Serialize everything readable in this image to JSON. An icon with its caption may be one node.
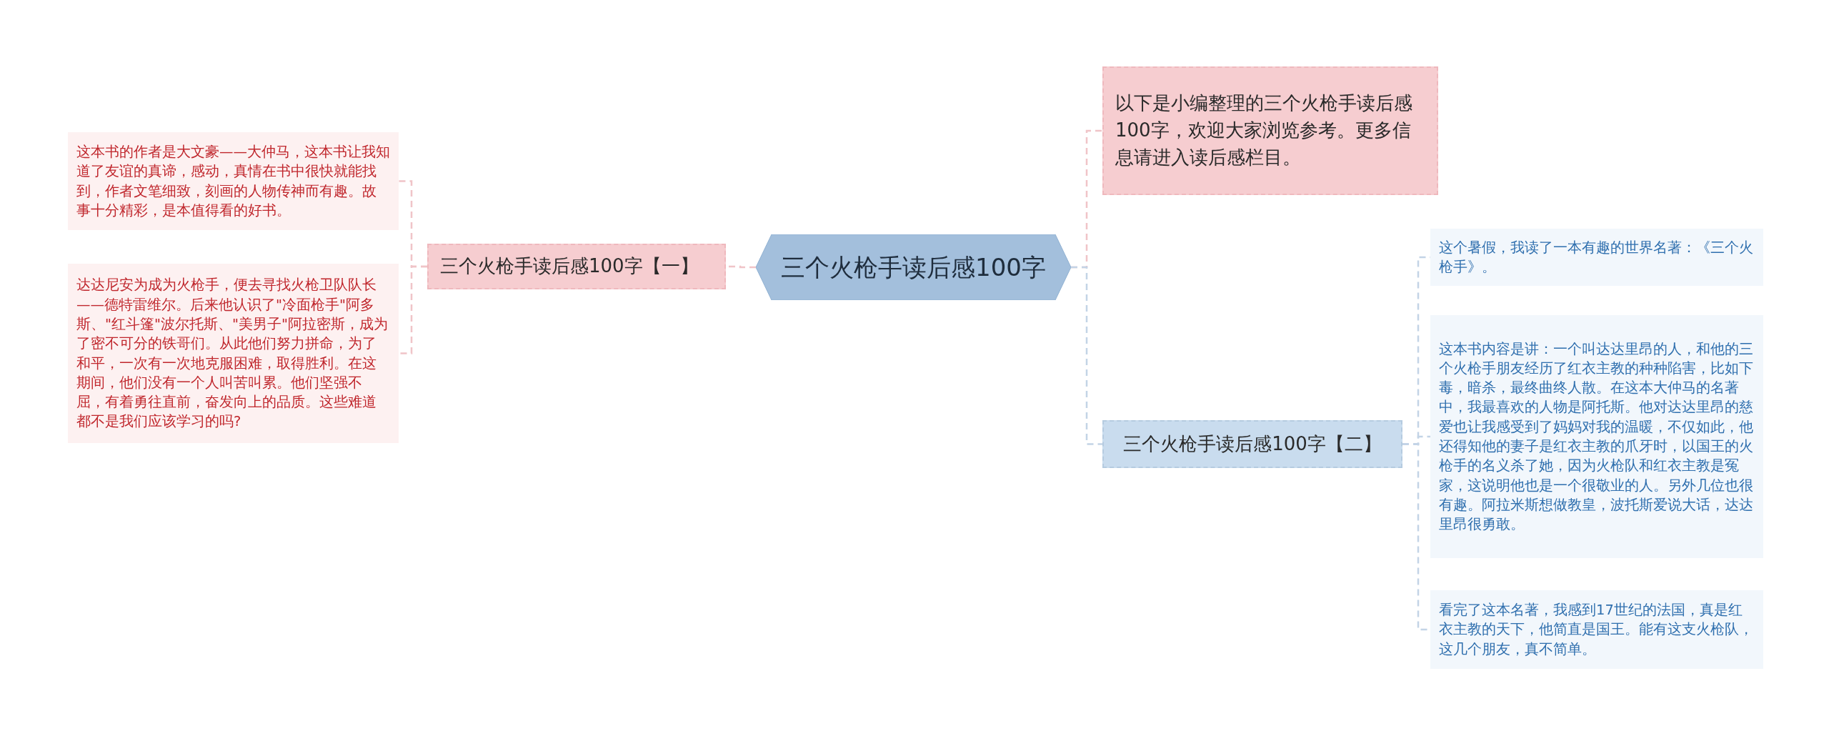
{
  "diagram": {
    "nodes": [
      {
        "text": [
          "三个火枪手读后感100字"
        ]
      },
      {
        "text": [
          "以下是小编整理的三个火枪手读后感100字，欢迎大家浏览参考。更多信息请进入读后感栏目。"
        ]
      },
      {
        "text": [
          "三个火枪手读后感100字【一】"
        ]
      },
      {
        "text": [
          "这本书的作者是大文豪——大仲马，这本书让我知道了友谊的真谛，感动，真情在书中很快就能找到，作者文笔细致，刻画的人物传神而有趣。故事十分精彩，是本值得看的好书。"
        ]
      },
      {
        "text": [
          "达达尼安为成为火枪手，便去寻找火枪卫队队长——德特雷维尔。后来他认识了\"冷面枪手\"阿多斯、\"红斗篷\"波尔托斯、\"美男子\"阿拉密斯，成为了密不可分的铁哥们。从此他们努力拼命，为了和平，一次有一次地克服困难，取得胜利。在这期间，他们没有一个人叫苦叫累。他们坚强不屈，有着勇往直前，奋发向上的品质。这些难道都不是我们应该学习的吗?"
        ]
      },
      {
        "text": [
          "三个火枪手读后感100字【二】"
        ]
      },
      {
        "text": [
          "这个暑假，我读了一本有趣的世界名著：《三个火枪手》。"
        ]
      },
      {
        "text": [
          "这本书内容是讲：一个叫达达里昂的人，和他的三个火枪手朋友经历了红衣主教的种种陷害，比如下毒，暗杀，最终曲终人散。在这本大仲马的名著中，我最喜欢的人物是阿托斯。他对达达里昂的慈爱也让我感受到了妈妈对我的温暖，不仅如此，他还得知他的妻子是红衣主教的爪牙时，以国王的火枪手的名义杀了她，因为火枪队和红衣主教是冤家，这说明他也是一个很敬业的人。另外几位也很有趣。阿拉米斯想做教皇，波托斯爱说大话，达达里昂很勇敢。"
        ]
      },
      {
        "text": [
          "看完了这本名著，我感到17世纪的法国，真是红衣主教的天下，他简直是国王。能有这支火枪队，这几个朋友，真不简单。"
        ]
      }
    ],
    "edges": [
      {
        "from": 0,
        "to": 1,
        "arrow": "none",
        "style": "dashed",
        "color": "#f0c4c8"
      },
      {
        "from": 0,
        "to": 2,
        "arrow": "none",
        "style": "dashed",
        "color": "#f0c4c8"
      },
      {
        "from": 2,
        "to": 3,
        "arrow": "none",
        "style": "dashed",
        "color": "#f0c4c8"
      },
      {
        "from": 2,
        "to": 4,
        "arrow": "none",
        "style": "dashed",
        "color": "#f0c4c8"
      },
      {
        "from": 0,
        "to": 5,
        "arrow": "none",
        "style": "dashed",
        "color": "#c3d4e6"
      },
      {
        "from": 5,
        "to": 6,
        "arrow": "none",
        "style": "dashed",
        "color": "#c3d4e6"
      },
      {
        "from": 5,
        "to": 7,
        "arrow": "none",
        "style": "dashed",
        "color": "#c3d4e6"
      },
      {
        "from": 5,
        "to": 8,
        "arrow": "none",
        "style": "dashed",
        "color": "#c3d4e6"
      }
    ]
  }
}
